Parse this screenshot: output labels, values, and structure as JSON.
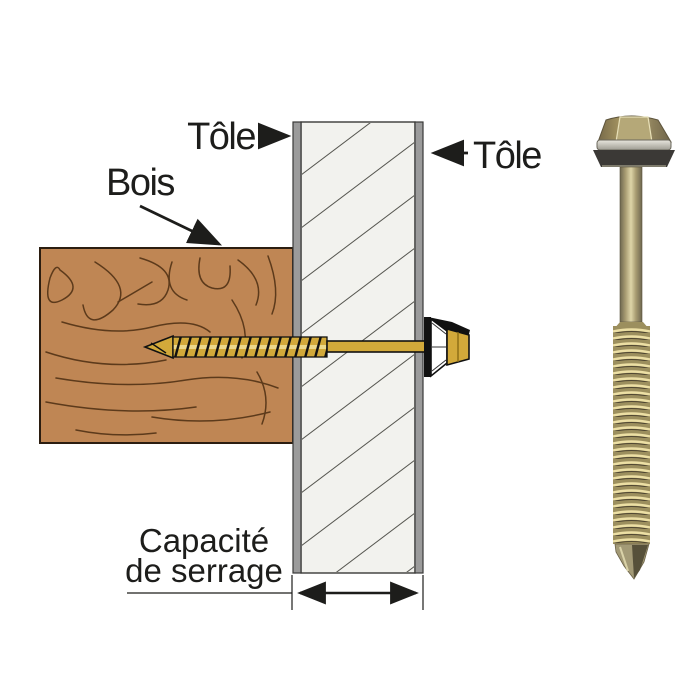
{
  "figure": {
    "labels": {
      "sheet_left": "Tôle",
      "sheet_right": "Tôle",
      "wood": "Bois",
      "capacity_line1": "Capacité",
      "capacity_line2": "de serrage"
    },
    "colors": {
      "background": "#ffffff",
      "outline": "#1d1d1b",
      "wood_fill": "#bf8654",
      "wood_grain": "#5c3a1b",
      "panel_face": "#f2f2ee",
      "panel_edge": "#9b9b9b",
      "hatch_line": "#55554f",
      "screw_gold": "#d2a93a",
      "screw_gold_dark": "#111111",
      "washer_white": "#ffffff",
      "photo_zinc_light": "#ecdfa4",
      "photo_zinc": "#a89c72",
      "photo_zinc_dark": "#6e6750",
      "rubber_seal": "#3b3936",
      "steel_point": "#a39a76"
    }
  }
}
